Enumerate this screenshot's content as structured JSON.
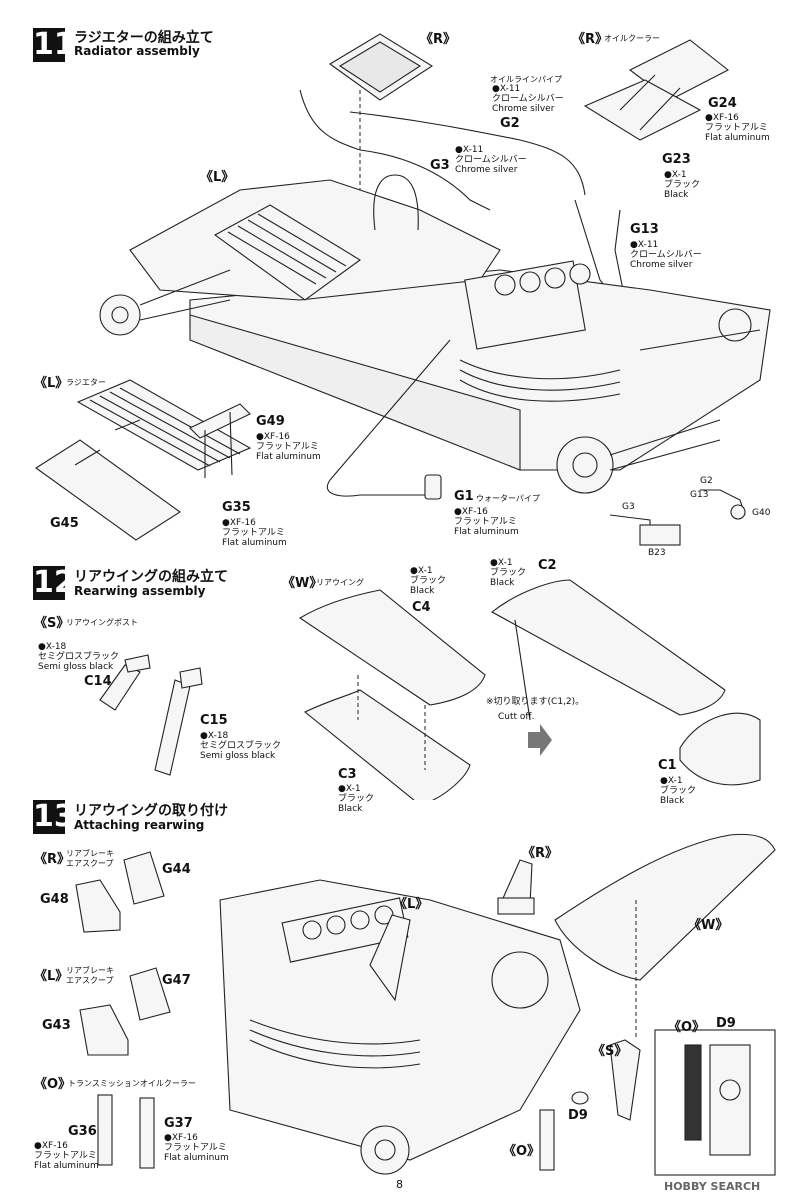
{
  "steps": [
    {
      "num": "11",
      "jp": "ラジエターの組み立て",
      "en": "Radiator assembly"
    },
    {
      "num": "12",
      "jp": "リアウイングの組み立て",
      "en": "Rearwing assembly"
    },
    {
      "num": "13",
      "jp": "リアウイングの取り付け",
      "en": "Attaching rearwing"
    }
  ],
  "step11": {
    "group_r": "《R》",
    "group_r_oil": "《R》",
    "group_r_oil_sub": "オイルクーラー",
    "group_l": "《L》",
    "group_l_rad": "《L》",
    "group_l_rad_sub": "ラジエター",
    "oil_line_jp": "オイルラインパイプ",
    "parts": {
      "g2": "G2",
      "g3": "G3",
      "g24": "G24",
      "g23": "G23",
      "g13": "G13",
      "g49": "G49",
      "g45": "G45",
      "g35": "G35",
      "g1": "G1",
      "g1_sub": "ウォーターパイプ",
      "g2b": "G2",
      "g13b": "G13",
      "g40": "G40",
      "g3b": "G3",
      "b23": "B23"
    },
    "paints": {
      "g2": [
        "●X-11",
        "クロームシルバー",
        "Chrome silver"
      ],
      "g3": [
        "●X-11",
        "クロームシルバー",
        "Chrome silver"
      ],
      "g24": [
        "●XF-16",
        "フラットアルミ",
        "Flat aluminum"
      ],
      "g23": [
        "●X-1",
        "ブラック",
        "Black"
      ],
      "g13": [
        "●X-11",
        "クロームシルバー",
        "Chrome silver"
      ],
      "g49": [
        "●XF-16",
        "フラットアルミ",
        "Flat aluminum"
      ],
      "g35": [
        "●XF-16",
        "フラットアルミ",
        "Flat aluminum"
      ],
      "g1": [
        "●XF-16",
        "フラットアルミ",
        "Flat aluminum"
      ]
    }
  },
  "step12": {
    "group_s": "《S》",
    "group_s_sub": "リアウイングポスト",
    "group_w": "《W》",
    "group_w_sub": "リアウイング",
    "parts": {
      "c14": "C14",
      "c15": "C15",
      "c4": "C4",
      "c3": "C3",
      "c2": "C2",
      "c1": "C1"
    },
    "paints": {
      "s_top": [
        "●X-18",
        "セミグロスブラック",
        "Semi gloss black"
      ],
      "c15": [
        "●X-18",
        "セミグロスブラック",
        "Semi gloss black"
      ],
      "c4": [
        "●X-1",
        "ブラック",
        "Black"
      ],
      "c3": [
        "●X-1",
        "ブラック",
        "Black"
      ],
      "c2": [
        "●X-1",
        "ブラック",
        "Black"
      ],
      "c1": [
        "●X-1",
        "ブラック",
        "Black"
      ]
    },
    "cut_jp": "※切り取ります(C1,2)。",
    "cut_en": "Cutt off."
  },
  "step13": {
    "group_r": "《R》",
    "group_r_sub1": "リアブレーキ",
    "group_r_sub2": "エアスクープ",
    "group_l": "《L》",
    "group_l_sub1": "リアブレーキ",
    "group_l_sub2": "エアスクープ",
    "group_o": "《O》",
    "group_o_sub": "トランスミッションオイルクーラー",
    "main_r": "《R》",
    "main_l": "《L》",
    "main_w": "《W》",
    "main_s": "《S》",
    "main_o": "《O》",
    "detail_o": "《O》",
    "parts": {
      "g44": "G44",
      "g48": "G48",
      "g47": "G47",
      "g43": "G43",
      "g36": "G36",
      "g37": "G37",
      "d9": "D9",
      "d9b": "D9"
    },
    "paints": {
      "g36": [
        "●XF-16",
        "フラットアルミ",
        "Flat aluminum"
      ],
      "g37": [
        "●XF-16",
        "フラットアルミ",
        "Flat aluminum"
      ]
    }
  },
  "footer": {
    "page": "8",
    "brand": "HOBBY SEARCH"
  }
}
